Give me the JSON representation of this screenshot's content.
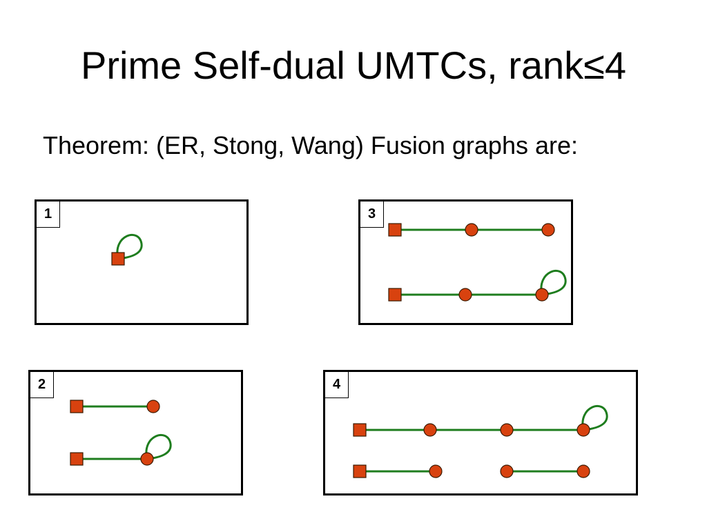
{
  "slide": {
    "title": "Prime Self-dual UMTCs, rank≤4",
    "subtitle": "Theorem: (ER, Stong, Wang) Fusion graphs are:"
  },
  "colors": {
    "edge": "#1e7d1e",
    "node_fill": "#d8420f",
    "node_stroke": "#3a1a00",
    "panel_border": "#000000"
  },
  "panels": [
    {
      "label": "1",
      "graphs": [
        {
          "nodes": [
            "square"
          ],
          "edges": [],
          "loops": [
            0
          ]
        }
      ]
    },
    {
      "label": "2",
      "graphs": [
        {
          "nodes": [
            "square",
            "circle"
          ],
          "edges": [
            [
              0,
              1
            ]
          ],
          "loops": []
        },
        {
          "nodes": [
            "square",
            "circle"
          ],
          "edges": [
            [
              0,
              1
            ]
          ],
          "loops": [
            1
          ]
        }
      ]
    },
    {
      "label": "3",
      "graphs": [
        {
          "nodes": [
            "square",
            "circle",
            "circle"
          ],
          "edges": [
            [
              0,
              1
            ],
            [
              1,
              2
            ]
          ],
          "loops": []
        },
        {
          "nodes": [
            "square",
            "circle",
            "circle"
          ],
          "edges": [
            [
              0,
              1
            ],
            [
              1,
              2
            ]
          ],
          "loops": [
            2
          ]
        }
      ]
    },
    {
      "label": "4",
      "graphs": [
        {
          "nodes": [
            "square",
            "circle",
            "circle",
            "circle"
          ],
          "edges": [
            [
              0,
              1
            ],
            [
              1,
              2
            ],
            [
              2,
              3
            ]
          ],
          "loops": [
            3
          ]
        },
        {
          "nodes": [
            "square",
            "circle",
            "circle",
            "circle"
          ],
          "edges": [
            [
              0,
              1
            ],
            [
              2,
              3
            ]
          ],
          "loops": []
        }
      ]
    }
  ]
}
